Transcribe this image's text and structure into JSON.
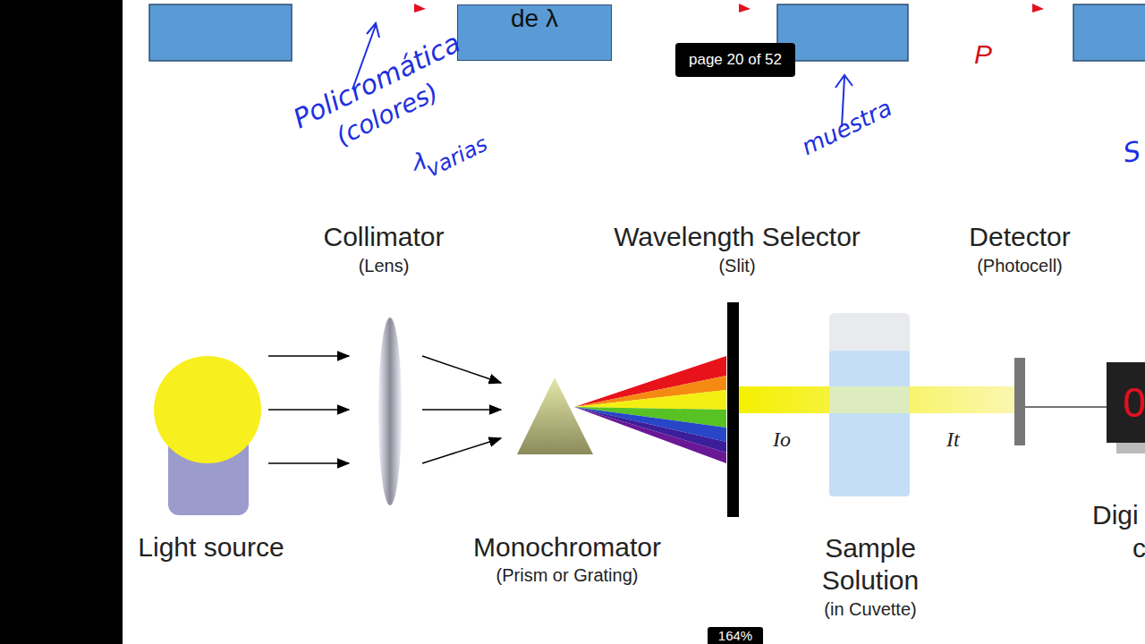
{
  "diagram": {
    "nodes": [
      {
        "text": [
          "de λ"
        ]
      },
      {
        "text": [
          "page 20 of 52"
        ]
      },
      {
        "text": [
          "0"
        ]
      },
      {
        "text": [
          "164%"
        ]
      }
    ],
    "labels": [
      "Policromática",
      "(colores)",
      "λ",
      "varias",
      "muestra",
      "S",
      "P",
      "Collimator",
      "(Lens)",
      "Wavelength Selector",
      "(Slit)",
      "Detector",
      "(Photocell)",
      "Light source",
      "Monochromator",
      "(Prism or Grating)",
      "Sample Solution",
      "(in Cuvette)",
      "Io",
      "It",
      "Digi",
      "c"
    ]
  }
}
